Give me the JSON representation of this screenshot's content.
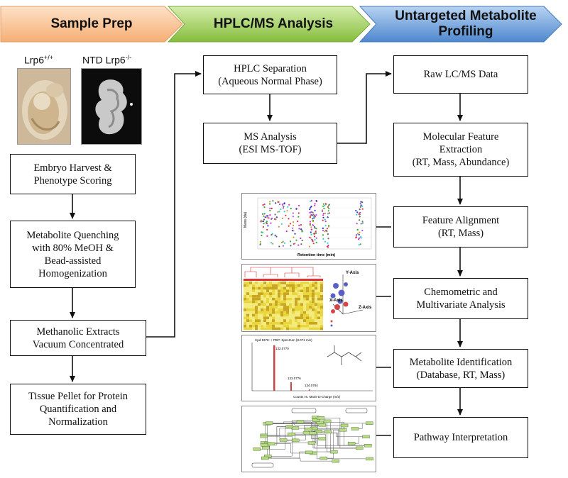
{
  "headers": {
    "sample_prep": "Sample Prep",
    "hplc_ms": "HPLC/MS Analysis",
    "untargeted": "Untargeted Metabolite\nProfiling"
  },
  "photos": {
    "wt_label": "Lrp6",
    "wt_sup": "+/+",
    "mut_label": "NTD Lrp6",
    "mut_sup": "-/-"
  },
  "sample_prep_steps": {
    "step1": "Embryo Harvest &\nPhenotype Scoring",
    "step2": "Metabolite Quenching\nwith 80% MeOH &\nBead-assisted\nHomogenization",
    "step3": "Methanolic Extracts\nVacuum Concentrated",
    "step4": "Tissue Pellet for Protein\nQuantification and\nNormalization"
  },
  "hplc_steps": {
    "step1": "HPLC Separation\n(Aqueous Normal Phase)",
    "step2": "MS Analysis\n(ESI MS-TOF)"
  },
  "profiling_steps": {
    "step1": "Raw LC/MS Data",
    "step2": "Molecular Feature\nExtraction\n(RT, Mass, Abundance)",
    "step3": "Feature Alignment\n(RT, Mass)",
    "step4": "Chemometric and\nMultivariate Analysis",
    "step5": "Metabolite Identification\n(Database, RT, Mass)",
    "step6": "Pathway Interpretation"
  },
  "thumbnails": {
    "scatter_xlabel": "Retention time (min)",
    "scatter_ylabel": "Mass (da)",
    "pca_y": "Y-Axis",
    "pca_x": "X-Axis",
    "pca_z": "Z-Axis",
    "spectrum_title": "Cpd 1978: + PBP: Spectrum (8.071 min)",
    "spectrum_xlabel": "Counts vs. Mass-to-Charge (m/z)",
    "spectrum_peak1": "132.0770",
    "spectrum_peak2": "133.0776",
    "spectrum_peak3": "134.0764"
  },
  "colors": {
    "header_orange": "#f7b98a",
    "header_green": "#98c94d",
    "header_blue": "#5f97d6"
  }
}
